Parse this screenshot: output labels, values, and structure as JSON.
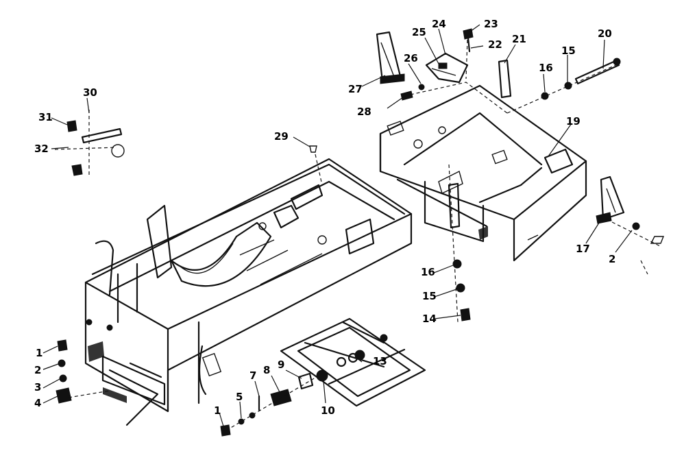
{
  "callouts": [
    {
      "id": "c23",
      "text": "23"
    },
    {
      "id": "c25",
      "text": "25"
    },
    {
      "id": "c24",
      "text": "24"
    },
    {
      "id": "c22",
      "text": "22"
    },
    {
      "id": "c21",
      "text": "21"
    },
    {
      "id": "c20",
      "text": "20"
    },
    {
      "id": "c15a",
      "text": "15"
    },
    {
      "id": "c16a",
      "text": "16"
    },
    {
      "id": "c26",
      "text": "26"
    },
    {
      "id": "c27",
      "text": "27"
    },
    {
      "id": "c28",
      "text": "28"
    },
    {
      "id": "c19",
      "text": "19"
    },
    {
      "id": "c30",
      "text": "30"
    },
    {
      "id": "c31",
      "text": "31"
    },
    {
      "id": "c32",
      "text": "32"
    },
    {
      "id": "c29",
      "text": "29"
    },
    {
      "id": "c17",
      "text": "17"
    },
    {
      "id": "c2a",
      "text": "2"
    },
    {
      "id": "c16b",
      "text": "16"
    },
    {
      "id": "c15b",
      "text": "15"
    },
    {
      "id": "c14",
      "text": "14"
    },
    {
      "id": "c1a",
      "text": "1"
    },
    {
      "id": "c2b",
      "text": "2"
    },
    {
      "id": "c3",
      "text": "3"
    },
    {
      "id": "c4",
      "text": "4"
    },
    {
      "id": "c7",
      "text": "7"
    },
    {
      "id": "c8",
      "text": "8"
    },
    {
      "id": "c9",
      "text": "9"
    },
    {
      "id": "c13",
      "text": "13"
    },
    {
      "id": "c10",
      "text": "10"
    },
    {
      "id": "c1b",
      "text": "1"
    },
    {
      "id": "c5",
      "text": "5"
    }
  ]
}
